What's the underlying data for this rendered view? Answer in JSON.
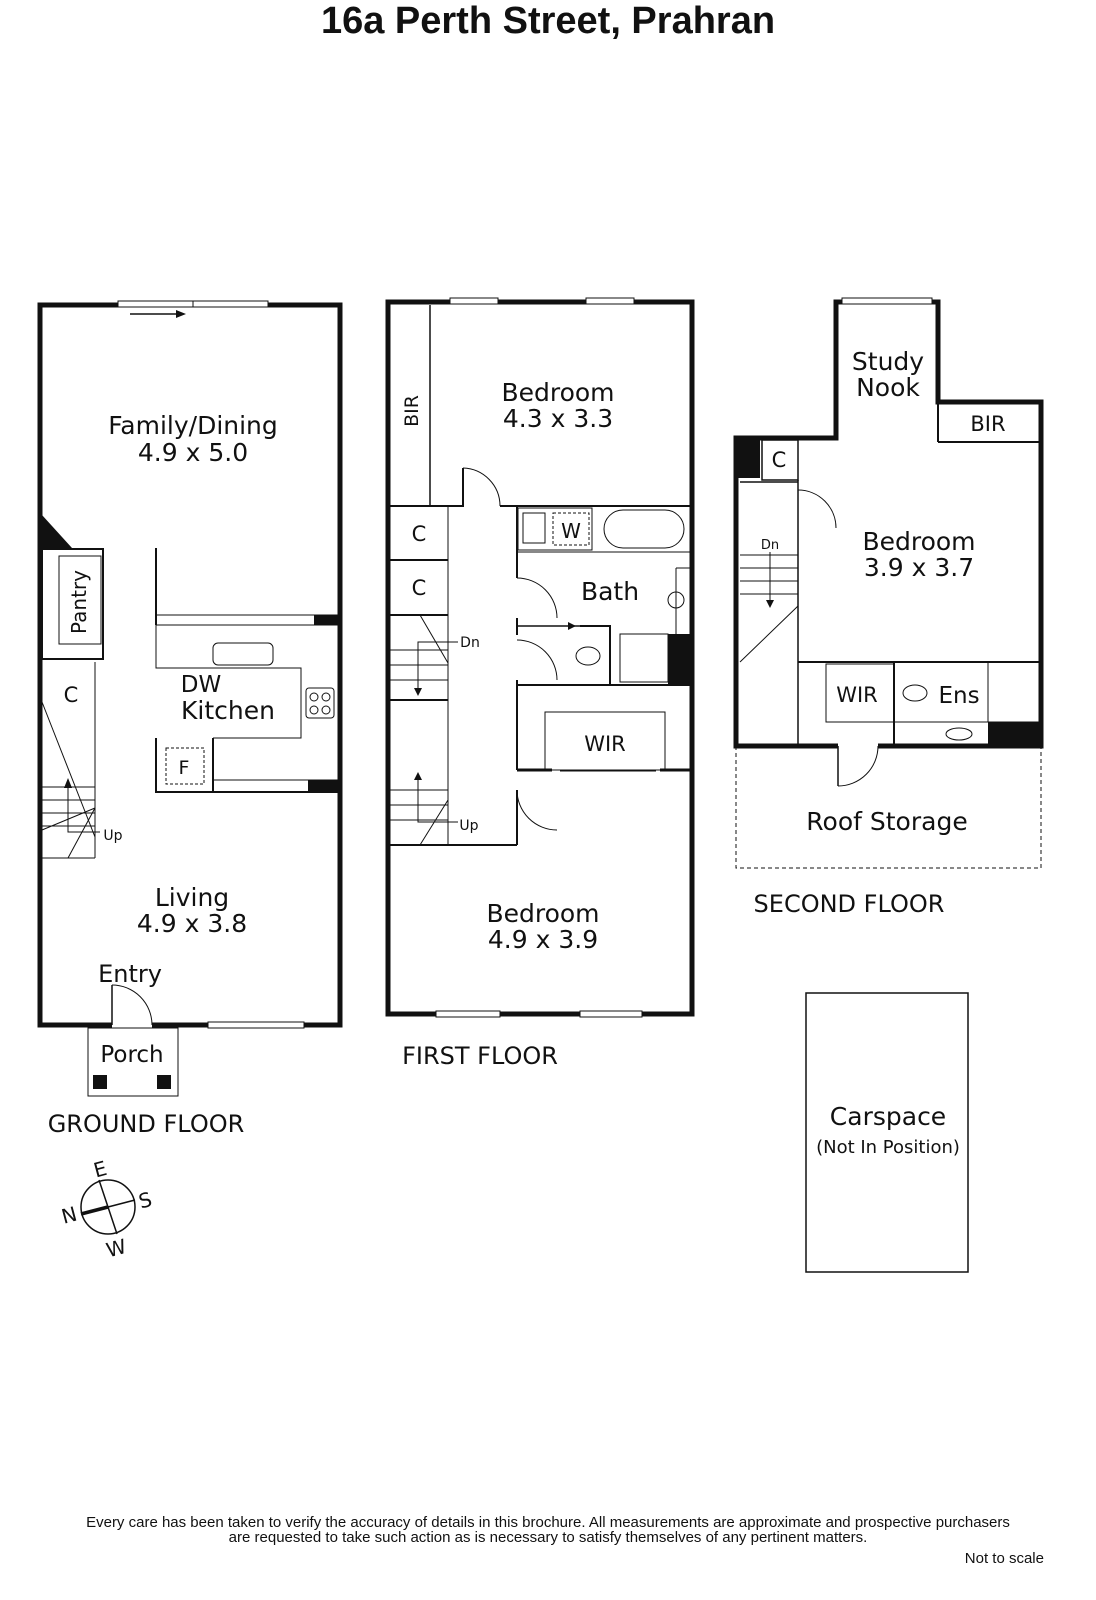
{
  "title": "16a Perth Street, Prahran",
  "ground_floor": {
    "label": "GROUND FLOOR",
    "rooms": {
      "family_dining": {
        "name": "Family/Dining",
        "size": "4.9 x 5.0"
      },
      "pantry": "Pantry",
      "cupboard": "C",
      "dishwasher": "DW",
      "kitchen": "Kitchen",
      "fridge": "F",
      "stairs": "Up",
      "living": {
        "name": "Living",
        "size": "4.9 x 3.8"
      },
      "entry": "Entry",
      "porch": "Porch"
    }
  },
  "first_floor": {
    "label": "FIRST FLOOR",
    "rooms": {
      "bir": "BIR",
      "bedroom1": {
        "name": "Bedroom",
        "size": "4.3 x 3.3"
      },
      "cupboard1": "C",
      "cupboard2": "C",
      "washer": "W",
      "bath": "Bath",
      "stairs_down": "Dn",
      "stairs_up": "Up",
      "wir": "WIR",
      "bedroom2": {
        "name": "Bedroom",
        "size": "4.9 x 3.9"
      }
    }
  },
  "second_floor": {
    "label": "SECOND FLOOR",
    "rooms": {
      "study_nook_1": "Study",
      "study_nook_2": "Nook",
      "bir": "BIR",
      "cupboard": "C",
      "stairs_down": "Dn",
      "bedroom": {
        "name": "Bedroom",
        "size": "3.9 x 3.7"
      },
      "wir": "WIR",
      "ensuite": "Ens",
      "roof_storage": "Roof Storage"
    }
  },
  "carspace": {
    "name": "Carspace",
    "note": "(Not In Position)"
  },
  "compass": {
    "n": "N",
    "e": "E",
    "s": "S",
    "w": "W"
  },
  "disclaimer": {
    "line1": "Every care has been taken to verify the accuracy of details in this brochure.  All measurements are approximate and prospective purchasers",
    "line2": "are requested to take such action as is necessary to satisfy themselves of any pertinent matters."
  },
  "scale_note": "Not to scale"
}
